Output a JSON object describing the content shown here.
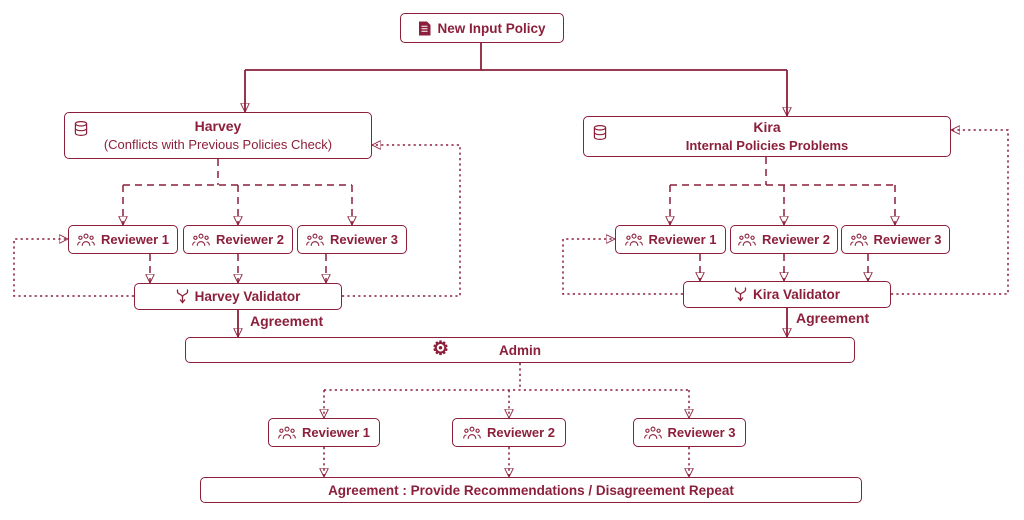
{
  "accent": "#8c1f3b",
  "icons": {
    "input": "document-icon",
    "engine": "database-icon",
    "reviewer": "team-icon",
    "validator": "merge-icon",
    "admin": "gear-icon",
    "gear_glyph": "⚙"
  },
  "diagram": {
    "input": {
      "label": "New Input Policy"
    },
    "harvey": {
      "title": "Harvey",
      "subtitle": "(Conflicts with Previous Policies Check)"
    },
    "kira": {
      "title": "Kira",
      "subtitle": "Internal Policies Problems"
    },
    "harvey_reviewers": [
      {
        "label": "Reviewer 1"
      },
      {
        "label": "Reviewer 2"
      },
      {
        "label": "Reviewer 3"
      }
    ],
    "kira_reviewers": [
      {
        "label": "Reviewer 1"
      },
      {
        "label": "Reviewer 2"
      },
      {
        "label": "Reviewer 3"
      }
    ],
    "harvey_validator": {
      "label": "Harvey Validator",
      "agreement": "Agreement"
    },
    "kira_validator": {
      "label": "Kira Validator",
      "agreement": "Agreement"
    },
    "admin": {
      "label": "Admin"
    },
    "admin_reviewers": [
      {
        "label": "Reviewer 1"
      },
      {
        "label": "Reviewer 2"
      },
      {
        "label": "Reviewer 3"
      }
    ],
    "outcome": {
      "label": "Agreement : Provide Recommendations / Disagreement Repeat"
    }
  }
}
